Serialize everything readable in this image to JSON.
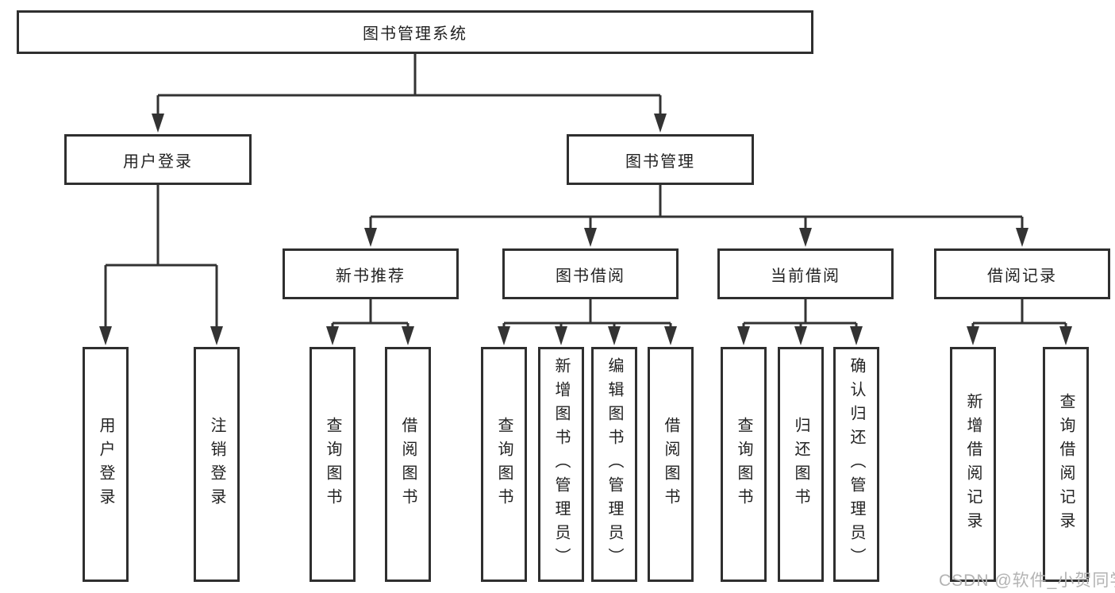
{
  "diagram": {
    "type": "tree",
    "watermark": "CSDN @软件_小贺同学"
  },
  "tree": {
    "root": {
      "label": "图书管理系统"
    },
    "level2": [
      {
        "label": "用户登录",
        "parent": "图书管理系统"
      },
      {
        "label": "图书管理",
        "parent": "图书管理系统"
      }
    ],
    "level3": [
      {
        "label": "新书推荐",
        "parent": "图书管理"
      },
      {
        "label": "图书借阅",
        "parent": "图书管理"
      },
      {
        "label": "当前借阅",
        "parent": "图书管理"
      },
      {
        "label": "借阅记录",
        "parent": "图书管理"
      }
    ],
    "leaves": [
      {
        "label": "用户登录",
        "parent": "用户登录"
      },
      {
        "label": "注销登录",
        "parent": "用户登录"
      },
      {
        "label": "查询图书",
        "parent": "新书推荐"
      },
      {
        "label": "借阅图书",
        "parent": "新书推荐"
      },
      {
        "label": "查询图书",
        "parent": "图书借阅"
      },
      {
        "label": "新增图书（管理员）",
        "parent": "图书借阅"
      },
      {
        "label": "编辑图书（管理员）",
        "parent": "图书借阅"
      },
      {
        "label": "借阅图书",
        "parent": "图书借阅"
      },
      {
        "label": "查询图书",
        "parent": "当前借阅"
      },
      {
        "label": "归还图书",
        "parent": "当前借阅"
      },
      {
        "label": "确认归还（管理员）",
        "parent": "当前借阅"
      },
      {
        "label": "新增借阅记录",
        "parent": "借阅记录"
      },
      {
        "label": "查询借阅记录",
        "parent": "借阅记录"
      }
    ]
  },
  "colors": {
    "line": "#333333",
    "box_border": "#2f2f2f",
    "text": "#222222",
    "box_background": "#ffffff",
    "page_background": "#ffffff",
    "watermark": "#b3b3b3"
  }
}
